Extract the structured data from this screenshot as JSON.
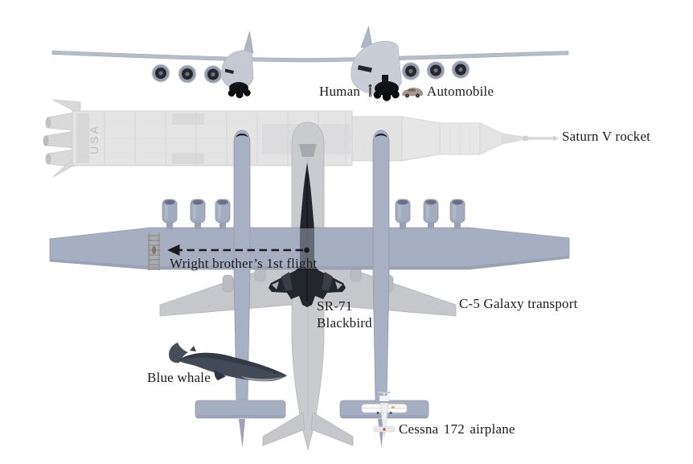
{
  "diagram": {
    "description": "Size comparison of Stratolaunch carrier aircraft with other vehicles",
    "background_color": "#ffffff",
    "text_color": "#1b1b1b",
    "labels": {
      "human": "Human",
      "automobile": "Automobile",
      "saturn_v": "Saturn V rocket",
      "wright_flight": "Wright brother’s 1st flight",
      "sr71_line1": "SR-71",
      "sr71_line2": "Blackbird",
      "c5_galaxy": "C-5 Galaxy transport",
      "blue_whale": "Blue whale",
      "cessna": "Cessna 172 airplane",
      "saturn_usa_marking": "USA"
    },
    "colors": {
      "stratolaunch_blue_gray": "#a6afc2",
      "c5_light_gray": "#c9cbcf",
      "saturn_pale_gray": "#e4e4e4",
      "sr71_black": "#23262d",
      "whale_dark": "#414a56",
      "arrow_black": "#1b1b1b"
    },
    "icons": {
      "human-figure-icon": "tiny standing person silhouette",
      "automobile-icon": "tiny car silhouette",
      "wright-flyer-icon": "tiny biplane top view",
      "wright-first-flight-arrow": "dashed arrow pointing left with end dot"
    },
    "objects": [
      "stratolaunch-front-view",
      "saturn-v-rocket",
      "stratolaunch-top-view",
      "wright-flyer",
      "sr71-blackbird",
      "c5-galaxy",
      "blue-whale",
      "cessna-172",
      "human-figure",
      "automobile"
    ]
  }
}
